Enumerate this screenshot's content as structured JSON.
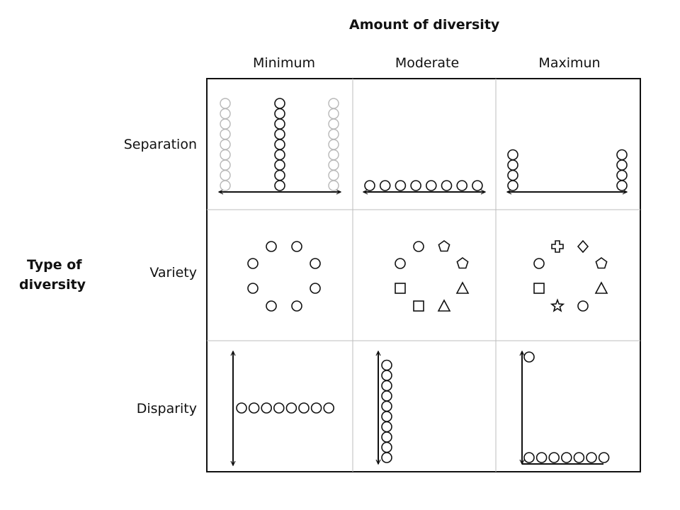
{
  "header": {
    "title": "Amount of diversity"
  },
  "columns": [
    "Minimum",
    "Moderate",
    "Maximun"
  ],
  "side_title": {
    "line1": "Type of",
    "line2": "diversity"
  },
  "rows": [
    "Separation",
    "Variety",
    "Disparity"
  ],
  "colors": {
    "ink": "#111111",
    "faint": "#b8b8b8",
    "grid": "#bdbdbd"
  }
}
